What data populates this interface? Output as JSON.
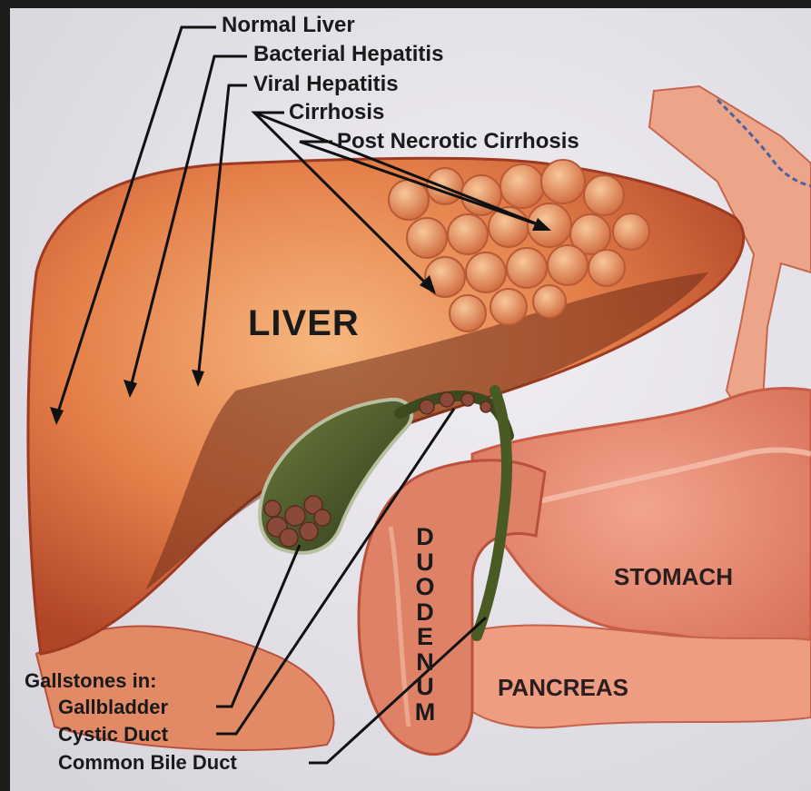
{
  "labels": {
    "normal_liver": "Normal Liver",
    "bacterial_hepatitis": "Bacterial Hepatitis",
    "viral_hepatitis": "Viral Hepatitis",
    "cirrhosis": "Cirrhosis",
    "post_necrotic_cirrhosis": "Post Necrotic Cirrhosis",
    "liver": "LIVER",
    "duodenum": "DUODENUM",
    "stomach": "STOMACH",
    "pancreas": "PANCREAS",
    "gallstones_in": "Gallstones in:",
    "gallbladder": "Gallbladder",
    "cystic_duct": "Cystic Duct",
    "common_bile_duct": "Common Bile Duct"
  },
  "colors": {
    "frame": "#1c1c1c",
    "background": "#e8e6ec",
    "liver": "#e07a45",
    "liver_highlight": "#f4b27a",
    "liver_shadow": "#b0442a",
    "gallbladder": "#4b5a2e",
    "gallstones": "#8a4a3a",
    "stomach": "#e6907a",
    "pancreas": "#ec9a80",
    "duodenum": "#de8166",
    "label_text": "#1a1a1a"
  }
}
